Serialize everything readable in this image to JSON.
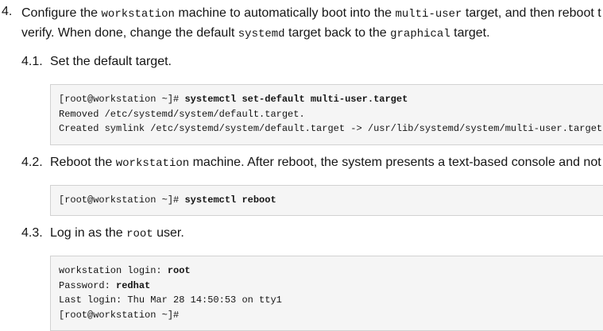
{
  "step": {
    "number": "4.",
    "intro_1": "Configure the ",
    "code_1": "workstation",
    "intro_2": " machine to automatically boot into the ",
    "code_2": "multi-user",
    "intro_3": " target, and then reboot t",
    "line2_1": "verify. When done, change the default ",
    "code_3": "systemd",
    "line2_2": " target back to the ",
    "code_4": "graphical",
    "line2_3": " target."
  },
  "substep_1": {
    "number": "4.1.",
    "text": "Set the default target.",
    "code": {
      "prompt_1": "[root@workstation ~]# ",
      "command_1": "systemctl set-default multi-user.target",
      "output_1": "Removed /etc/systemd/system/default.target.",
      "output_2": "Created symlink /etc/systemd/system/default.target -> /usr/lib/systemd/system/multi-user.target."
    }
  },
  "substep_2": {
    "number": "4.2.",
    "text_1": "Reboot the ",
    "code": "workstation",
    "text_2": " machine. After reboot, the system presents a text-based console and not",
    "block": {
      "prompt_1": "[root@workstation ~]# ",
      "command_1": "systemctl reboot"
    }
  },
  "substep_3": {
    "number": "4.3.",
    "text_1": "Log in as the ",
    "code": "root",
    "text_2": " user.",
    "block": {
      "login_label": "workstation login: ",
      "login_value": "root",
      "password_label": "Password: ",
      "password_value": "redhat",
      "last_login": "Last login: Thu Mar 28 14:50:53 on tty1",
      "prompt_2": "[root@workstation ~]#"
    }
  }
}
